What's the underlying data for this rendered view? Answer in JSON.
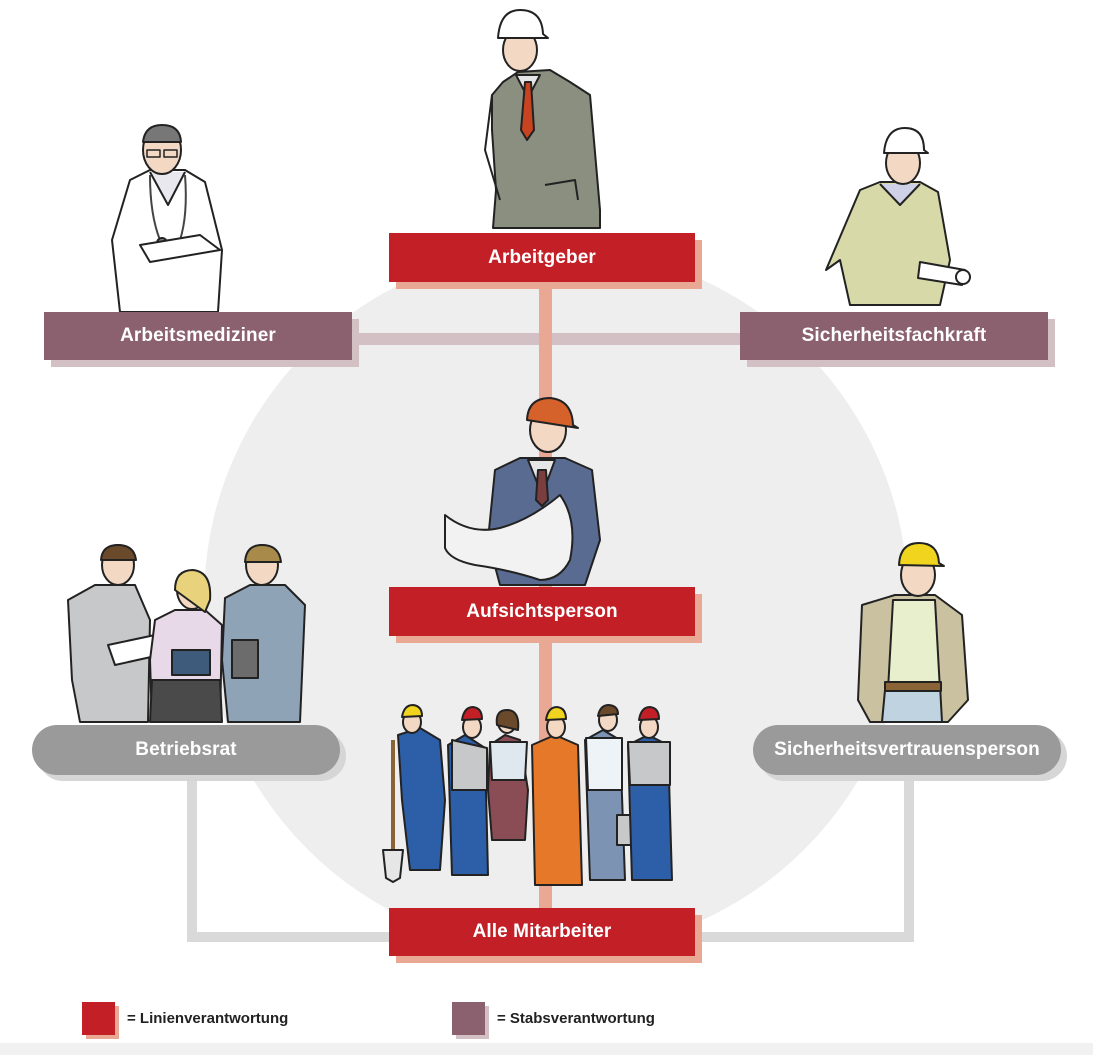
{
  "nodes": {
    "arbeitgeber": "Arbeitgeber",
    "arbeitsmediziner": "Arbeitsmediziner",
    "sicherheitsfachkraft": "Sicherheitsfachkraft",
    "aufsichtsperson": "Aufsichtsperson",
    "betriebsrat": "Betriebsrat",
    "sicherheitsvertrauensperson": "Sicherheitsvertrauensperson",
    "alle_mitarbeiter": "Alle Mitarbeiter"
  },
  "legend": {
    "linie": {
      "label": "= Linienverantwortung",
      "color": "#c22026"
    },
    "stab": {
      "label": "= Stabsverantwortung",
      "color": "#8b6170"
    }
  },
  "colors": {
    "line_responsibility": "#c22026",
    "staff_responsibility": "#8b6170",
    "neutral": "#9a9a9a",
    "connector_line": "#e9a894",
    "connector_staff": "#d2c0c5",
    "connector_neutral": "#d6d6d6"
  }
}
